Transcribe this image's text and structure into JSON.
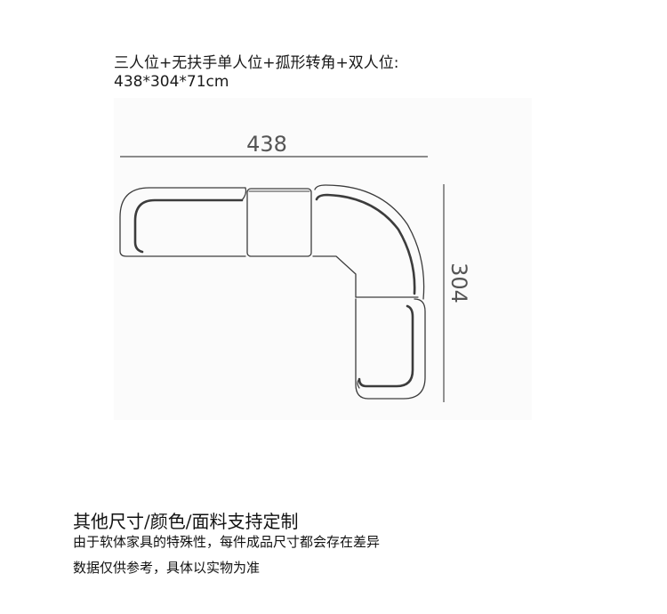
{
  "header": {
    "configuration": "三人位+无扶手单人位+孤形转角+双人位:",
    "overall_size": "438*304*71cm"
  },
  "diagram": {
    "width_label": "438",
    "depth_label": "304",
    "line_color": "#555555"
  },
  "footer": {
    "heading": "其他尺寸/颜色/面料支持定制",
    "note_line1": "由于软体家具的特殊性，每件成品尺寸都会存在差异",
    "note_line2": "数据仅供参考，具体以实物为准"
  }
}
